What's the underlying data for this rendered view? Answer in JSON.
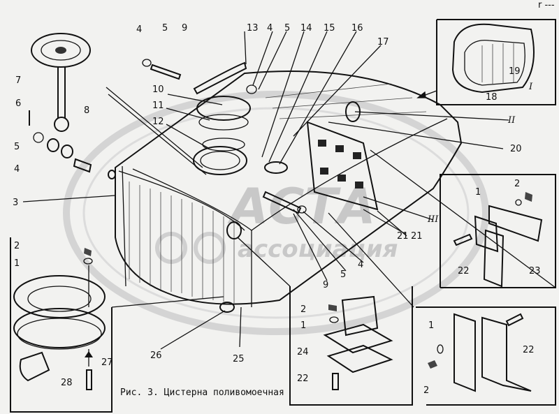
{
  "caption": "Рис. 3. Цистерна поливомоечная",
  "corner_mark": "r ---",
  "watermark": {
    "line1": "АСТА",
    "line2": "ассоциация"
  },
  "callouts": {
    "n1a": "1",
    "n1b": "1",
    "n1c": "1",
    "n1d": "1",
    "n2a": "2",
    "n2b": "2",
    "n2c": "2",
    "n2d": "2",
    "n3": "3",
    "n4a": "4",
    "n4b": "4",
    "n4c": "4",
    "n4d": "4",
    "n5a": "5",
    "n5b": "5",
    "n5c": "5",
    "n5d": "5",
    "n6": "6",
    "n7": "7",
    "n8": "8",
    "n9a": "9",
    "n9b": "9",
    "n10": "10",
    "n11": "11",
    "n12": "12",
    "n13": "13",
    "n14": "14",
    "n15": "15",
    "n16": "16",
    "n17": "17",
    "n18": "18",
    "n19": "19",
    "n20": "20",
    "n21a": "21",
    "n21b": "21",
    "n22a": "22",
    "n22b": "22",
    "n22c": "22",
    "n23": "23",
    "n24": "24",
    "n25": "25",
    "n26": "26",
    "n27": "27",
    "n28": "28"
  },
  "view_markers": {
    "I": "I",
    "II": "II",
    "III": "III"
  }
}
